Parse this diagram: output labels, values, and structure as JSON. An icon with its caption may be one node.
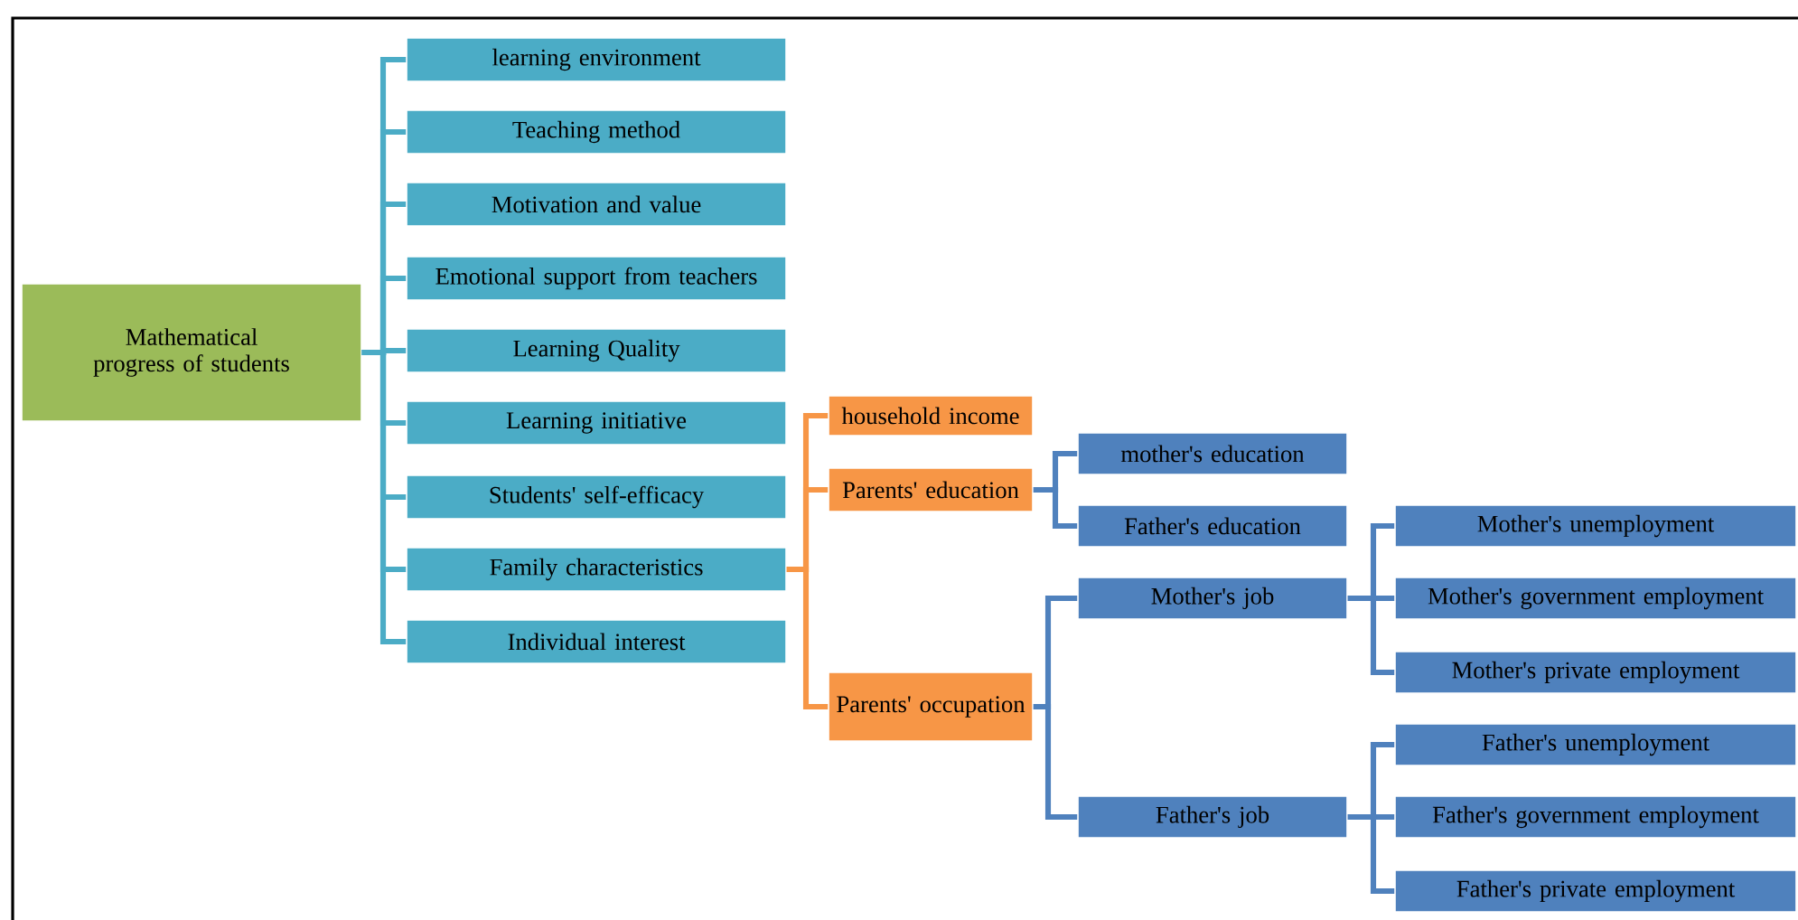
{
  "diagram": {
    "nodes": [
      {
        "text": [
          "Mathematical progress of students"
        ]
      },
      {
        "text": [
          "learning environment"
        ]
      },
      {
        "text": [
          "Teaching method"
        ]
      },
      {
        "text": [
          "Motivation and value"
        ]
      },
      {
        "text": [
          "Emotional support from teachers"
        ]
      },
      {
        "text": [
          "Learning Quality"
        ]
      },
      {
        "text": [
          "Learning initiative"
        ]
      },
      {
        "text": [
          "Students' self-efficacy"
        ]
      },
      {
        "text": [
          "Family characteristics"
        ]
      },
      {
        "text": [
          "Individual interest"
        ]
      },
      {
        "text": [
          "household income"
        ]
      },
      {
        "text": [
          "Parents' education"
        ]
      },
      {
        "text": [
          "Parents' occupation"
        ]
      },
      {
        "text": [
          "mother's education"
        ]
      },
      {
        "text": [
          "Father's education"
        ]
      },
      {
        "text": [
          "Mother's job"
        ]
      },
      {
        "text": [
          "Father's job"
        ]
      },
      {
        "text": [
          "Mother's unemployment"
        ]
      },
      {
        "text": [
          "Mother's government employment"
        ]
      },
      {
        "text": [
          "Mother's private employment"
        ]
      },
      {
        "text": [
          "Father's unemployment"
        ]
      },
      {
        "text": [
          "Father's government employment"
        ]
      },
      {
        "text": [
          "Father's private employment"
        ]
      }
    ],
    "edges": [
      {
        "from": 0,
        "to": 1,
        "arrow": "none",
        "color": "#4bacc6"
      },
      {
        "from": 0,
        "to": 2,
        "arrow": "none",
        "color": "#4bacc6"
      },
      {
        "from": 0,
        "to": 3,
        "arrow": "none",
        "color": "#4bacc6"
      },
      {
        "from": 0,
        "to": 4,
        "arrow": "none",
        "color": "#4bacc6"
      },
      {
        "from": 0,
        "to": 5,
        "arrow": "none",
        "color": "#4bacc6"
      },
      {
        "from": 0,
        "to": 6,
        "arrow": "none",
        "color": "#4bacc6"
      },
      {
        "from": 0,
        "to": 7,
        "arrow": "none",
        "color": "#4bacc6"
      },
      {
        "from": 0,
        "to": 8,
        "arrow": "none",
        "color": "#4bacc6"
      },
      {
        "from": 0,
        "to": 9,
        "arrow": "none",
        "color": "#4bacc6"
      },
      {
        "from": 8,
        "to": 10,
        "arrow": "none",
        "color": "#f79646"
      },
      {
        "from": 8,
        "to": 11,
        "arrow": "none",
        "color": "#f79646"
      },
      {
        "from": 8,
        "to": 12,
        "arrow": "none",
        "color": "#f79646"
      },
      {
        "from": 11,
        "to": 13,
        "arrow": "none"
      },
      {
        "from": 11,
        "to": 14,
        "arrow": "none"
      },
      {
        "from": 12,
        "to": 15,
        "arrow": "none"
      },
      {
        "from": 12,
        "to": 16,
        "arrow": "none"
      },
      {
        "from": 15,
        "to": 17,
        "arrow": "none"
      },
      {
        "from": 15,
        "to": 18,
        "arrow": "none"
      },
      {
        "from": 15,
        "to": 19,
        "arrow": "none"
      },
      {
        "from": 16,
        "to": 20,
        "arrow": "none"
      },
      {
        "from": 16,
        "to": 21,
        "arrow": "none"
      },
      {
        "from": 16,
        "to": 22,
        "arrow": "none"
      }
    ]
  }
}
